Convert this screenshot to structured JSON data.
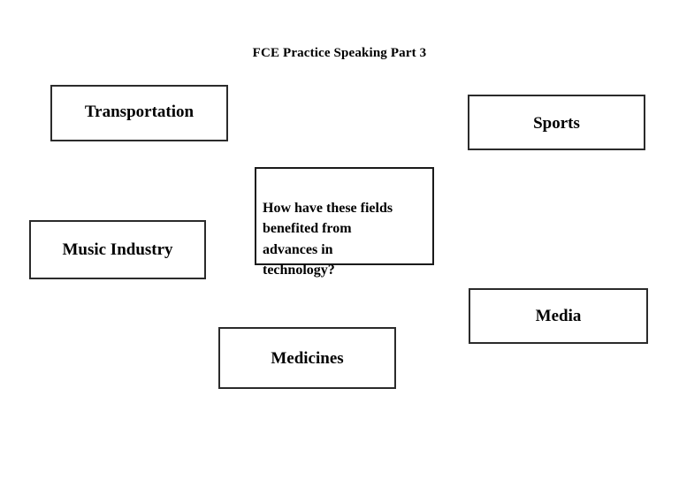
{
  "page": {
    "title": "FCE Practice Speaking Part 3",
    "background_color": "#ffffff",
    "text_color": "#000000",
    "border_color": "#2b2b2b"
  },
  "question_box": {
    "text": "How have these fields benefited from advances in technology?",
    "lines": [
      "How have these fields",
      "benefited from",
      "advances in",
      "technology?"
    ]
  },
  "topics": [
    {
      "id": "transportation",
      "label": "Transportation"
    },
    {
      "id": "sports",
      "label": "Sports"
    },
    {
      "id": "music-industry",
      "label": "Music Industry"
    },
    {
      "id": "media",
      "label": "Media"
    },
    {
      "id": "medicines",
      "label": "Medicines"
    }
  ]
}
